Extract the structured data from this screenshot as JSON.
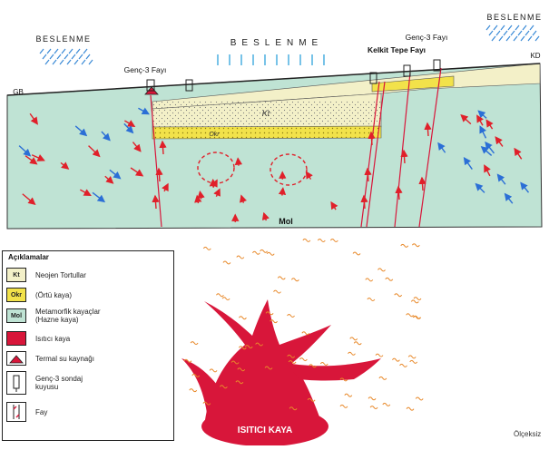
{
  "diagram": {
    "title_left_rain": "BESLENME",
    "title_center_rain": "BESLENME",
    "title_right_rain": "BESLENME",
    "fault_label_left": "Genç-3 Fayı",
    "fault_label_kelkit": "Kelkit Tepe Fayı",
    "fault_label_right": "Genç-3 Fayı",
    "edge_label_left": "GB",
    "edge_label_right": "KD",
    "unit_kt": "Kt",
    "unit_okr": "Okr",
    "unit_mol": "Mol",
    "heat_source": "ISITICI KAYA",
    "credit": "Ölçeksiz",
    "colors": {
      "metamorphic": "#bfe3d4",
      "cover": "#f3f0c8",
      "reservoir": "#f2e24a",
      "magma": "#d8163a",
      "arrow_cold": "#2b6fd6",
      "arrow_hot": "#e0202a"
    }
  },
  "legend": {
    "title": "Açıklamalar",
    "items": [
      {
        "code": "Kt",
        "label": "Neojen Tortullar",
        "swatch": "#f3f0c8"
      },
      {
        "code": "Okr",
        "label": "(Örtü kaya)",
        "swatch": "#f2e24a"
      },
      {
        "code": "Mol",
        "label": "Metamorfik kayaçlar",
        "label2": "(Hazne kaya)",
        "swatch": "#bfe3d4"
      },
      {
        "code": "",
        "label": "Isıtıcı kaya",
        "swatch": "#d8163a"
      },
      {
        "code": "",
        "label": "Termal su kaynağı",
        "swatch": "#ffffff",
        "icon": "spring-icon"
      },
      {
        "code": "",
        "label": "Genç-3 sondaj",
        "label2": "kuyusu",
        "swatch": "#ffffff",
        "icon": "well-icon"
      },
      {
        "code": "",
        "label": "Fay",
        "swatch": "#ffffff",
        "icon": "fault-icon"
      }
    ]
  }
}
